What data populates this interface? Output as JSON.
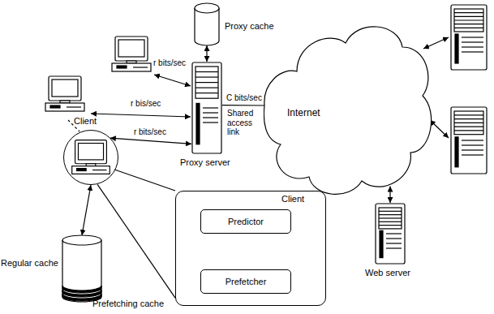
{
  "diagram": {
    "nodes": [
      {
        "text": [
          "Proxy cache"
        ]
      },
      {
        "text": [
          "Proxy server"
        ]
      },
      {
        "text": [
          "Internet"
        ]
      },
      {
        "text": [
          "Client"
        ]
      },
      {
        "text": [
          "Regular cache",
          "Prefetching cache"
        ]
      },
      {
        "text": [
          "Client"
        ]
      },
      {
        "text": [
          "Predictor"
        ],
        "in": 5
      },
      {
        "text": [
          "Prefetcher"
        ],
        "in": 5
      },
      {
        "text": [
          "Web server"
        ]
      }
    ],
    "edges": [
      {
        "from": 0,
        "to": 1,
        "arrow": "both"
      },
      {
        "from": 1,
        "to": 2,
        "label": "C bits/sec",
        "arrow": "none"
      },
      {
        "from": 3,
        "to": 1,
        "label": "r bits/sec",
        "arrow": "both"
      },
      {
        "from": 3,
        "to": 4,
        "arrow": "both"
      },
      {
        "from": 3,
        "to": 5,
        "arrow": "none"
      },
      {
        "from": 3,
        "to": 5,
        "arrow": "none"
      },
      {
        "from": 6,
        "to": 7,
        "arrow": "to"
      },
      {
        "from": 7,
        "to": 6,
        "arrow": "to"
      },
      {
        "from": 8,
        "to": 2,
        "arrow": "both"
      }
    ],
    "labels": [
      "r bits/sec",
      "r bis/sec",
      "Shared access link"
    ]
  }
}
